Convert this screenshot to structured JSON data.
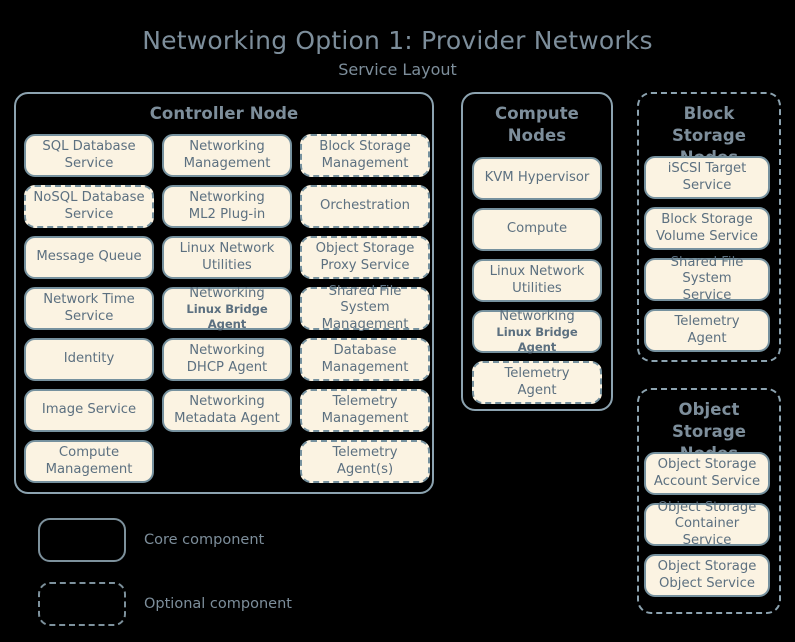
{
  "header": {
    "title": "Networking Option 1: Provider Networks",
    "subtitle": "Service Layout"
  },
  "colors": {
    "background": "#000000",
    "box_fill": "#FBF3E2",
    "box_border": "#76919E",
    "container_border": "#8CA3B0",
    "text": "#5C7080",
    "title_text": "#7D8E9B"
  },
  "controller_node": {
    "title": "Controller Node",
    "columns": [
      {
        "name": "column-1",
        "items": [
          {
            "line1": "SQL Database",
            "line2": "Service",
            "optional": false
          },
          {
            "line1": "NoSQL Database",
            "line2": "Service",
            "optional": true
          },
          {
            "line1": "Message Queue",
            "line2": "",
            "optional": false
          },
          {
            "line1": "Network Time",
            "line2": "Service",
            "optional": false
          },
          {
            "line1": "Identity",
            "line2": "",
            "optional": false
          },
          {
            "line1": "Image Service",
            "line2": "",
            "optional": false
          },
          {
            "line1": "Compute",
            "line2": "Management",
            "optional": false
          }
        ]
      },
      {
        "name": "column-2",
        "items": [
          {
            "line1": "Networking",
            "line2": "Management",
            "optional": false
          },
          {
            "line1": "Networking",
            "line2": "ML2 Plug-in",
            "optional": false
          },
          {
            "line1": "Linux Network",
            "line2": "Utilities",
            "optional": false
          },
          {
            "line1": "Networking",
            "line2": "Linux Bridge Agent",
            "optional": false,
            "line2_small": true
          },
          {
            "line1": "Networking",
            "line2": "DHCP Agent",
            "optional": false
          },
          {
            "line1": "Networking",
            "line2": "Metadata Agent",
            "optional": false
          },
          {
            "line1": "",
            "line2": "",
            "spacer": true
          }
        ]
      },
      {
        "name": "column-3",
        "items": [
          {
            "line1": "Block Storage",
            "line2": "Management",
            "optional": true
          },
          {
            "line1": "Orchestration",
            "line2": "",
            "optional": true
          },
          {
            "line1": "Object Storage",
            "line2": "Proxy Service",
            "optional": true
          },
          {
            "line1": "Shared File System",
            "line2": "Management",
            "optional": true
          },
          {
            "line1": "Database",
            "line2": "Management",
            "optional": true
          },
          {
            "line1": "Telemetry",
            "line2": "Management",
            "optional": true
          },
          {
            "line1": "Telemetry",
            "line2": "Agent(s)",
            "optional": true
          }
        ]
      }
    ]
  },
  "compute_nodes": {
    "title": "Compute Nodes",
    "optional_container": false,
    "items": [
      {
        "line1": "KVM Hypervisor",
        "line2": "",
        "optional": false
      },
      {
        "line1": "Compute",
        "line2": "",
        "optional": false
      },
      {
        "line1": "Linux Network",
        "line2": "Utilities",
        "optional": false
      },
      {
        "line1": "Networking",
        "line2": "Linux Bridge Agent",
        "optional": false,
        "line2_small": true
      },
      {
        "line1": "Telemetry",
        "line2": "Agent",
        "optional": true
      }
    ]
  },
  "block_storage_nodes": {
    "title": "Block Storage Nodes",
    "optional_container": true,
    "items": [
      {
        "line1": "iSCSI Target",
        "line2": "Service",
        "optional": false
      },
      {
        "line1": "Block Storage",
        "line2": "Volume Service",
        "optional": false
      },
      {
        "line1": "Shared File System",
        "line2": "Service",
        "optional": false
      },
      {
        "line1": "Telemetry",
        "line2": "Agent",
        "optional": false
      }
    ]
  },
  "object_storage_nodes": {
    "title": "Object Storage Nodes",
    "optional_container": true,
    "items": [
      {
        "line1": "Object Storage",
        "line2": "Account Service",
        "optional": false
      },
      {
        "line1": "Object Storage",
        "line2": "Container Service",
        "optional": false
      },
      {
        "line1": "Object Storage",
        "line2": "Object Service",
        "optional": false
      }
    ]
  },
  "legend": {
    "core_label": "Core component",
    "optional_label": "Optional component"
  }
}
